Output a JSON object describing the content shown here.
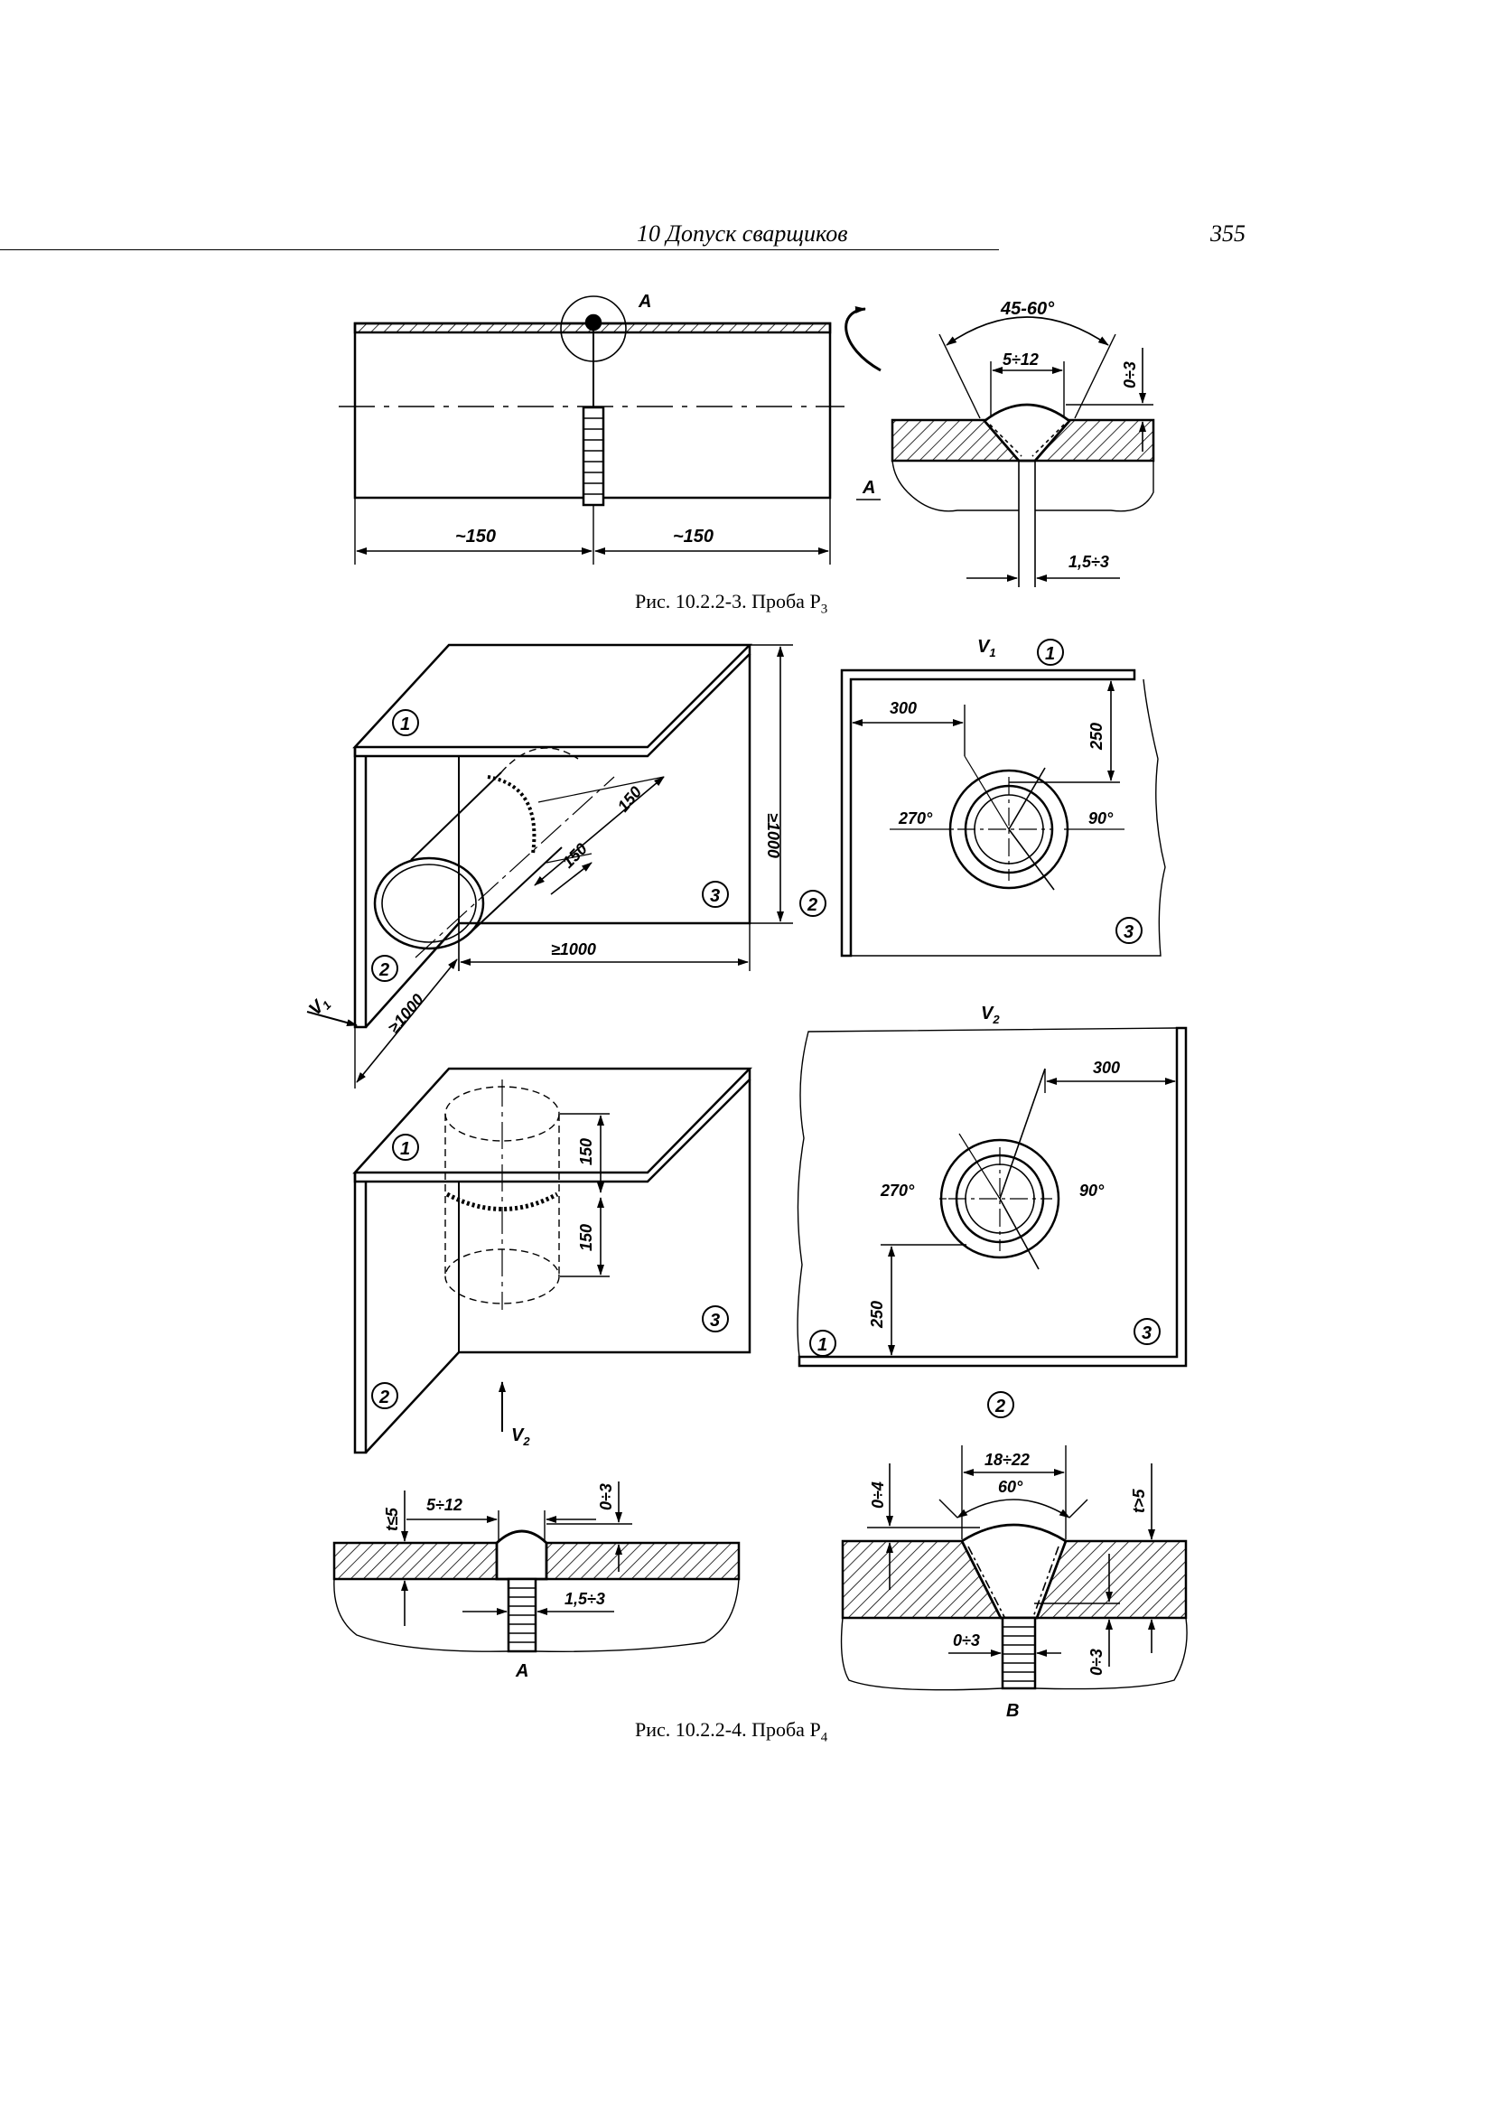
{
  "header": {
    "title": "10 Допуск сварщиков",
    "page_number": "355"
  },
  "figure_1": {
    "caption_prefix": "Рис. 10.2.2-3. Проба Р",
    "caption_sub": "3",
    "labels": {
      "detail_mark": "A",
      "detail_callout": "A",
      "dim_left": "~150",
      "dim_right": "~150",
      "angle": "45-60°",
      "gap_width": "5÷12",
      "reinforcement": "0÷3",
      "root_gap": "1,5÷3"
    }
  },
  "figure_2": {
    "caption_prefix": "Рис. 10.2.2-4. Проба Р",
    "caption_sub": "4",
    "iso_top": {
      "plate_1": "1",
      "plate_2": "2",
      "plate_3": "3",
      "len_1": "150",
      "len_2": "150",
      "height": "≥1000",
      "width": "≥1000",
      "depth": "≥1000",
      "view": "V1",
      "view_sub": "1"
    },
    "view_v1": {
      "title": "V",
      "title_sub": "1",
      "plate_1": "1",
      "plate_2": "2",
      "plate_3": "3",
      "dim_x": "300",
      "dim_y": "250",
      "angle_left": "270°",
      "angle_right": "90°"
    },
    "iso_bottom": {
      "plate_1": "1",
      "plate_2": "2",
      "plate_3": "3",
      "len_1": "150",
      "len_2": "150",
      "view": "V",
      "view_sub": "2"
    },
    "view_v2": {
      "title": "V",
      "title_sub": "2",
      "plate_1": "1",
      "plate_2": "2",
      "plate_3": "3",
      "dim_x": "300",
      "dim_y": "250",
      "angle_left": "270°",
      "angle_right": "90°"
    },
    "detail_a": {
      "thickness": "t≤5",
      "gap_width": "5÷12",
      "reinforcement": "0÷3",
      "root_gap": "1,5÷3",
      "name": "A"
    },
    "detail_b": {
      "thickness_1": "0÷4",
      "gap_width": "18÷22",
      "angle": "60°",
      "thickness_2": "t>5",
      "root_gap": "0÷3",
      "root_face": "0÷3",
      "name": "B"
    }
  }
}
